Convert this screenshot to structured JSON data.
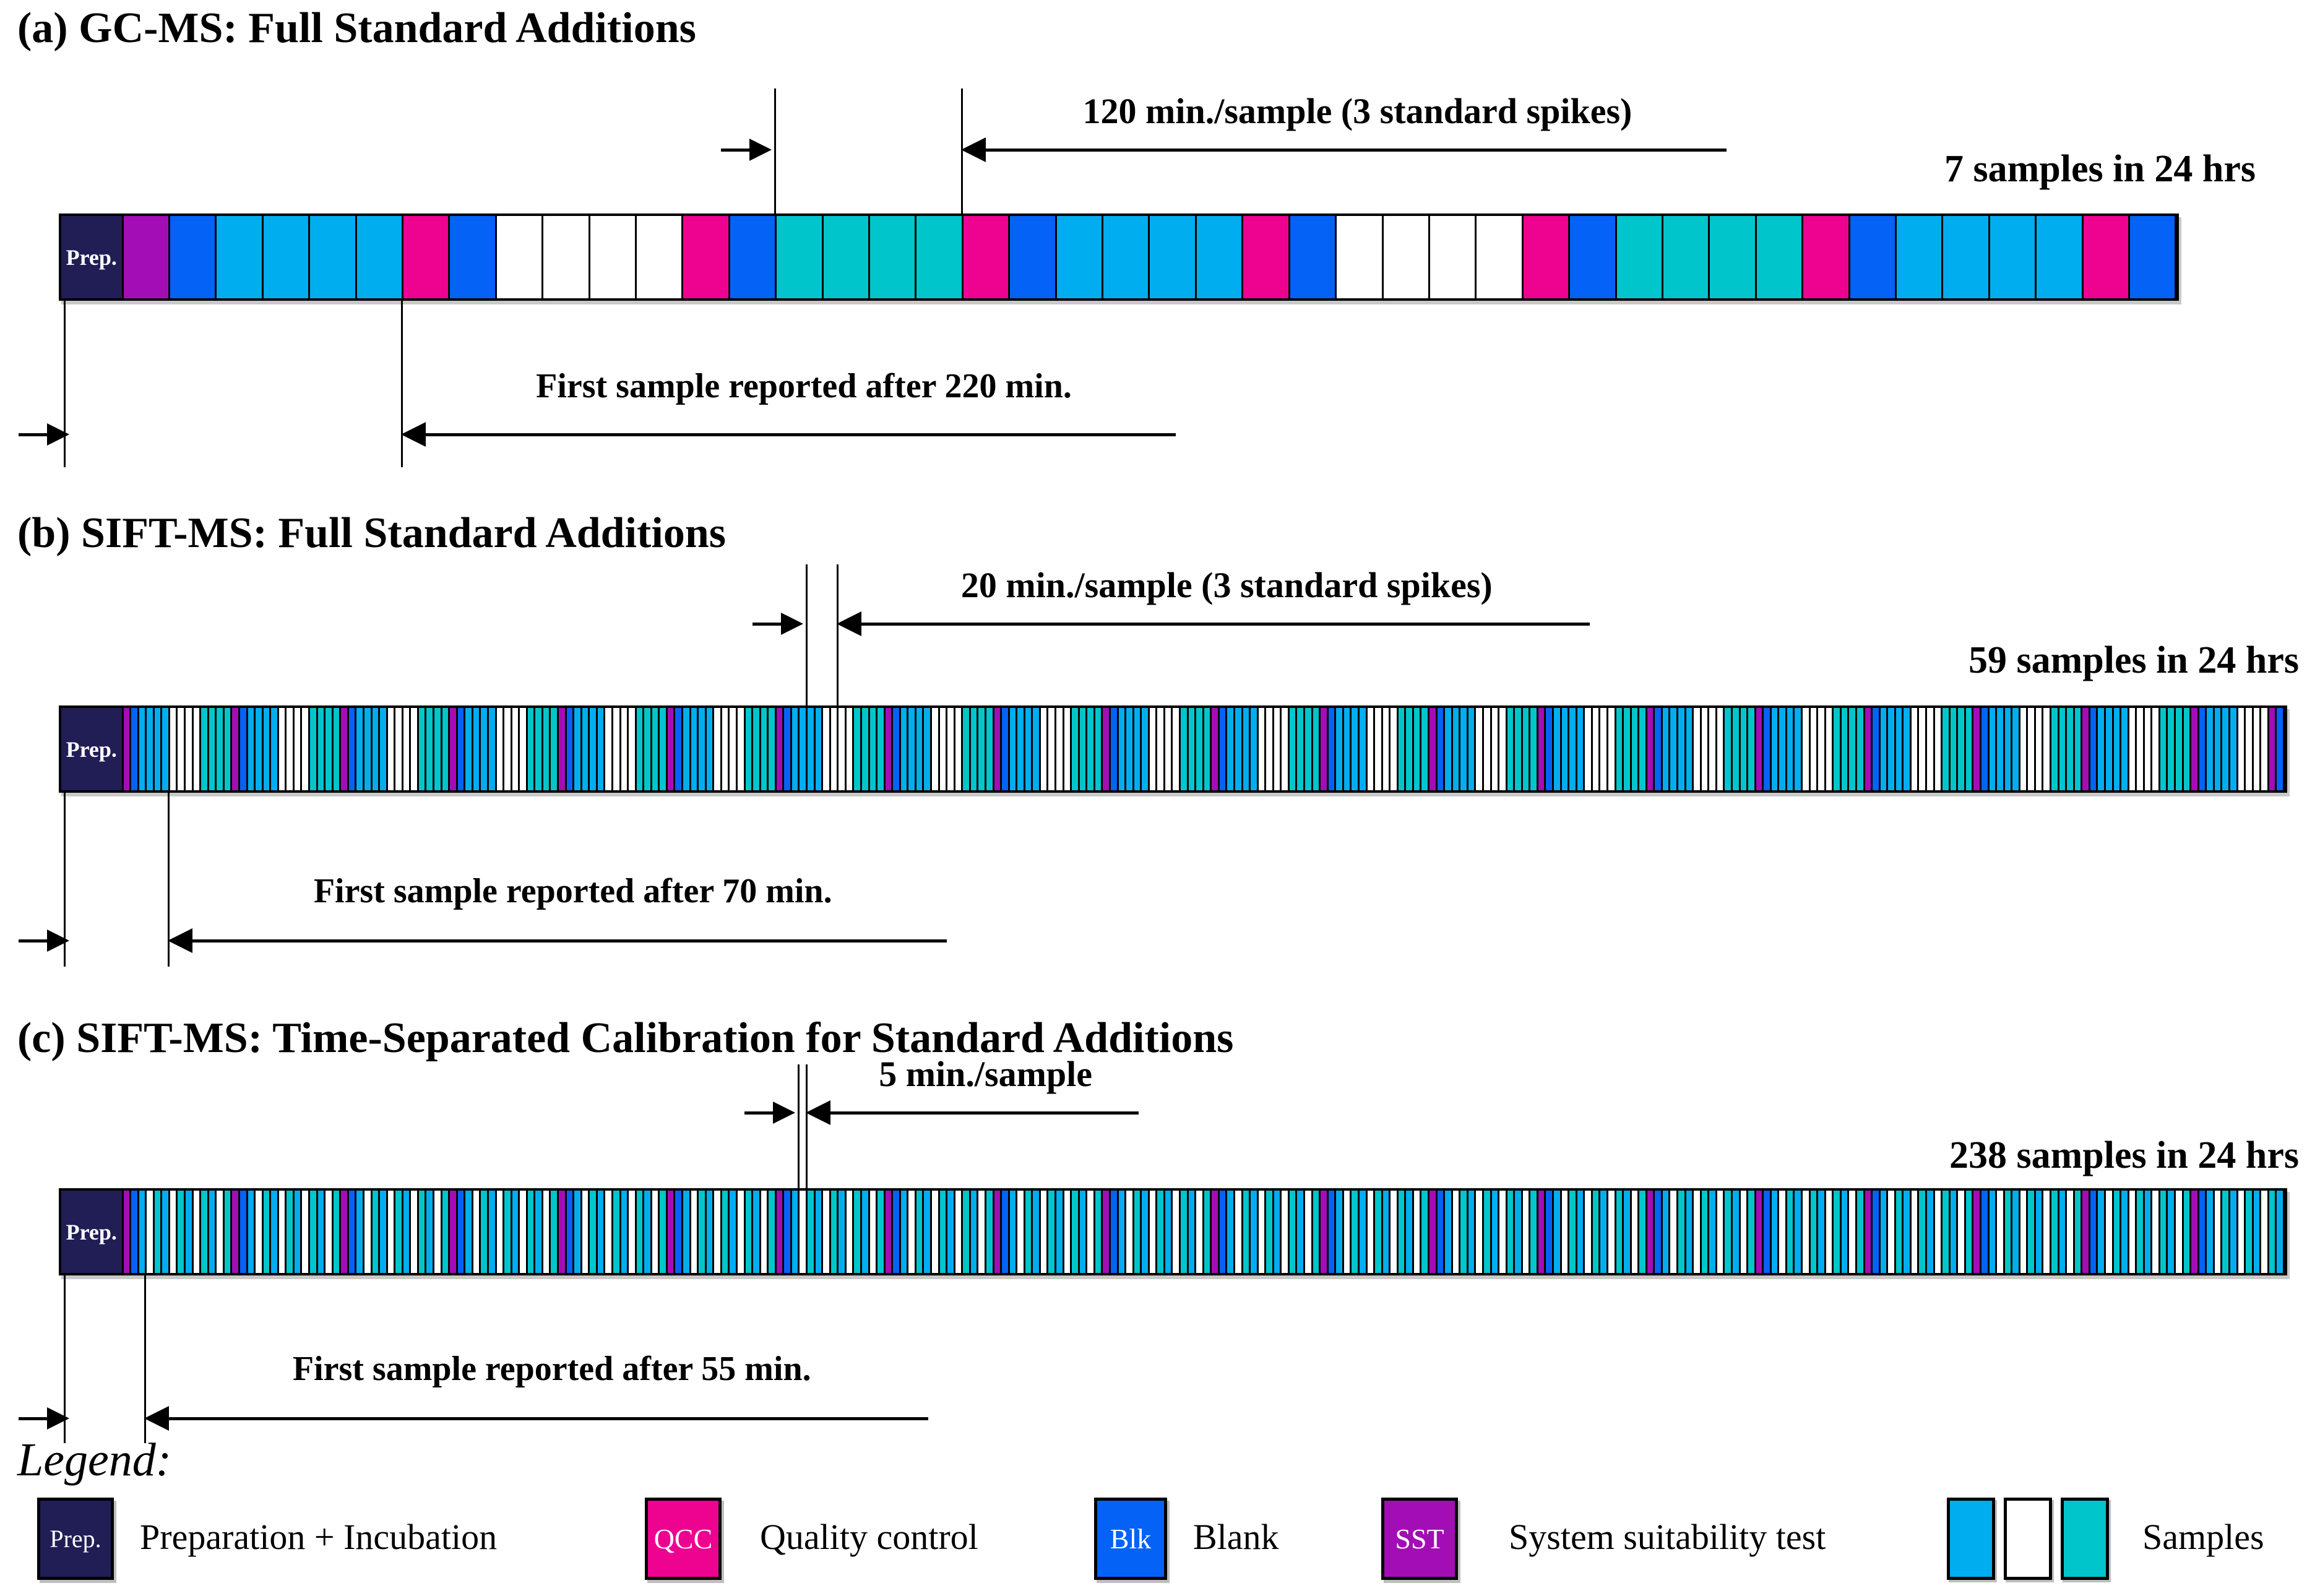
{
  "prep_label": "Prep.",
  "colors": {
    "prep": "#211E55",
    "sst": "#A30DB5",
    "blk": "#0562F7",
    "qcc": "#EE0290",
    "c": "#00AEEF",
    "w": "#FFFFFF",
    "t": "#00C6CB"
  },
  "sections": [
    {
      "id": "a",
      "title": "(a) GC-MS: Full Standard Additions",
      "throughput": "7 samples in 24 hrs",
      "interval": {
        "label": "120 min./sample (3 standard spikes)",
        "start_min": 460,
        "end_min": 580,
        "line_end_min": 1072
      },
      "report": {
        "label": "First sample reported after 220 min.",
        "at_min": 220,
        "line_end_min": 718
      },
      "bar": {
        "prefix": [
          [
            "prep",
            40,
            1
          ],
          [
            "sst",
            30,
            1
          ],
          [
            "blk",
            30,
            1
          ],
          [
            "c",
            30,
            4
          ],
          [
            "qcc",
            30,
            1
          ],
          [
            "blk",
            30,
            1
          ],
          [
            "w",
            30,
            4
          ],
          [
            "qcc",
            30,
            1
          ],
          [
            "blk",
            30,
            1
          ],
          [
            "t",
            30,
            4
          ],
          [
            "qcc",
            30,
            1
          ],
          [
            "blk",
            30,
            1
          ],
          [
            "c",
            30,
            4
          ],
          [
            "qcc",
            30,
            1
          ],
          [
            "blk",
            30,
            1
          ],
          [
            "w",
            30,
            4
          ],
          [
            "qcc",
            30,
            1
          ],
          [
            "blk",
            30,
            1
          ],
          [
            "t",
            30,
            4
          ],
          [
            "qcc",
            30,
            1
          ],
          [
            "blk",
            30,
            1
          ],
          [
            "c",
            30,
            4
          ],
          [
            "qcc",
            30,
            1
          ],
          [
            "blk",
            30,
            1
          ]
        ]
      }
    },
    {
      "id": "b",
      "title": "(b) SIFT-MS: Full Standard Additions",
      "throughput": "59 samples in 24 hrs",
      "interval": {
        "label": "20 min./sample (3 standard spikes)",
        "start_min": 480,
        "end_min": 500,
        "line_end_min": 984
      },
      "report": {
        "label": "First sample reported after 70 min.",
        "at_min": 70,
        "line_end_min": 571
      },
      "bar": {
        "prefix": [
          [
            "prep",
            40,
            1
          ]
        ],
        "repeat": {
          "times": 19,
          "seq": [
            [
              "sst",
              5,
              1
            ],
            [
              "blk",
              5,
              1
            ],
            [
              "c",
              5,
              4
            ],
            [
              "w",
              5,
              4
            ],
            [
              "t",
              5,
              4
            ]
          ]
        },
        "suffix": [
          [
            "sst",
            5,
            1
          ],
          [
            "blk",
            5,
            1
          ],
          [
            "c",
            5,
            4
          ],
          [
            "w",
            5,
            4
          ],
          [
            "sst",
            5,
            1
          ],
          [
            "blk",
            5,
            1
          ]
        ]
      }
    },
    {
      "id": "c",
      "title": "(c) SIFT-MS: Time-Separated Calibration for Standard Additions",
      "throughput": "238 samples in 24 hrs",
      "interval": {
        "label": "5 min./sample",
        "start_min": 475,
        "end_min": 480,
        "line_end_min": 694
      },
      "report": {
        "label": "First sample reported after 55 min.",
        "at_min": 55,
        "line_end_min": 559
      },
      "bar": {
        "prefix": [
          [
            "prep",
            40,
            1
          ]
        ],
        "repeat": {
          "times": 19,
          "seq": [
            [
              "sst",
              5,
              1
            ],
            [
              "blk",
              5,
              1
            ],
            [
              "c",
              5,
              1
            ],
            [
              "w",
              5,
              1
            ],
            [
              "t",
              5,
              1
            ],
            [
              "c",
              5,
              1
            ],
            [
              "w",
              5,
              1
            ],
            [
              "t",
              5,
              1
            ],
            [
              "c",
              5,
              1
            ],
            [
              "w",
              5,
              1
            ],
            [
              "t",
              5,
              1
            ],
            [
              "c",
              5,
              1
            ],
            [
              "w",
              5,
              1
            ],
            [
              "t",
              5,
              1
            ]
          ]
        },
        "suffix": [
          [
            "sst",
            5,
            1
          ],
          [
            "blk",
            5,
            1
          ],
          [
            "c",
            5,
            1
          ],
          [
            "w",
            5,
            1
          ],
          [
            "t",
            5,
            1
          ],
          [
            "c",
            5,
            1
          ],
          [
            "w",
            5,
            1
          ],
          [
            "t",
            5,
            1
          ],
          [
            "c",
            5,
            1
          ],
          [
            "w",
            5,
            1
          ],
          [
            "t",
            5,
            1
          ],
          [
            "c",
            5,
            1
          ]
        ]
      }
    }
  ],
  "legend": {
    "heading": "Legend:",
    "items": [
      {
        "key": "prep",
        "box_label": "Prep.",
        "label": "Preparation + Incubation"
      },
      {
        "key": "qcc",
        "box_label": "QCC",
        "label": "Quality control"
      },
      {
        "key": "blk",
        "box_label": "Blk",
        "label": "Blank"
      },
      {
        "key": "sst",
        "box_label": "SST",
        "label": "System suitability test"
      },
      {
        "key": "samples",
        "box_label": "",
        "label": "Samples",
        "swatches": [
          "c",
          "w",
          "t"
        ]
      }
    ]
  }
}
